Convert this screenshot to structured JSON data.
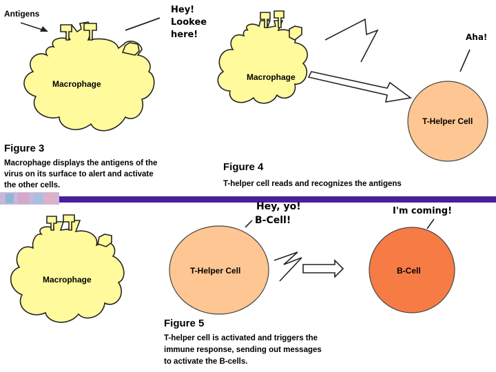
{
  "colors": {
    "macrophage_fill": "#fffa9c",
    "t_helper_fill": "#fec692",
    "b_cell_fill": "#f77b45",
    "band": "#4a1f9c",
    "outline": "#222222"
  },
  "figure3": {
    "pointer_label": "Antigens",
    "speech": [
      "Hey!",
      "Lookee",
      "here!"
    ],
    "cell_label": "Macrophage",
    "title": "Figure 3",
    "caption": [
      "Macrophage displays the antigens of the",
      "virus on its surface to alert and activate",
      "the other cells."
    ]
  },
  "figure4": {
    "macrophage_label": "Macrophage",
    "t_helper_label": "T-Helper Cell",
    "speech": "Aha!",
    "title": "Figure 4",
    "caption": "T-helper cell reads and recognizes the antigens"
  },
  "figure5": {
    "macrophage_label": "Macrophage",
    "t_helper_label": "T-Helper Cell",
    "b_cell_label": "B-Cell",
    "t_helper_speech": [
      "Hey, yo!",
      "B-Cell!"
    ],
    "b_cell_speech": "I'm coming!",
    "title": "Figure 5",
    "caption": [
      "T-helper cell is activated and triggers the",
      "immune response, sending out messages",
      "to activate the B-cells."
    ]
  }
}
